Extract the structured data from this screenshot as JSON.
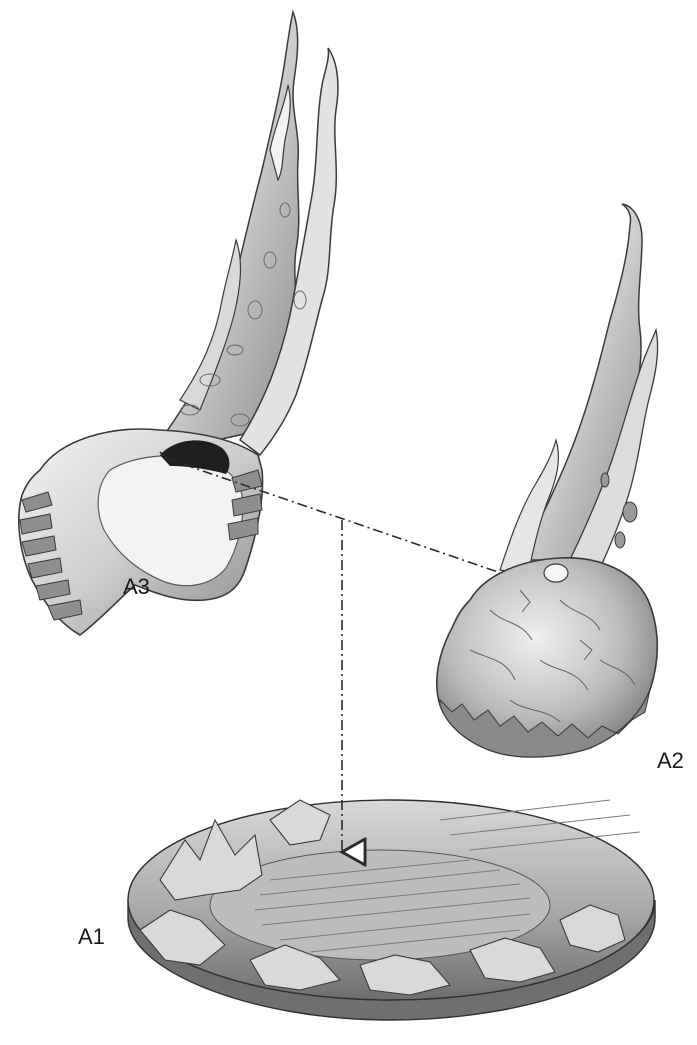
{
  "parts": [
    {
      "id": "a3",
      "label": "A3"
    },
    {
      "id": "a2",
      "label": "A2"
    },
    {
      "id": "a1",
      "label": "A1"
    }
  ],
  "colors": {
    "background": "#ffffff",
    "model_light": "#e9e9e9",
    "model_mid": "#b8b8b8",
    "model_dark": "#6f6f6f",
    "outline": "#3a3a3a",
    "guide_line": "#2a2a2a"
  }
}
